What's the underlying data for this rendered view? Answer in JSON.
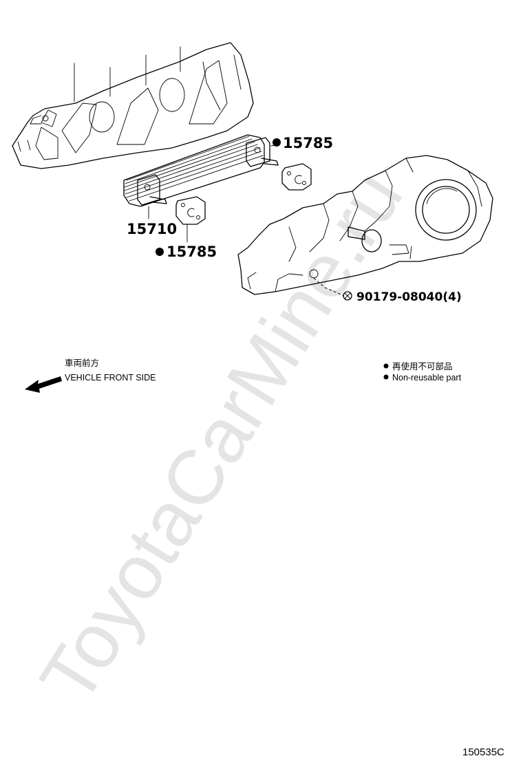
{
  "callouts": {
    "oil_cooler": "15710",
    "gasket_upper": "15785",
    "gasket_lower": "15785",
    "nut": "90179-08040(4)"
  },
  "front_indicator": {
    "label_jp": "車両前方",
    "label_en": "VEHICLE FRONT SIDE"
  },
  "legend": {
    "non_reusable_jp": "再使用不可部品",
    "non_reusable_en": "Non-reusable part"
  },
  "watermark": "ToyotaCarMine.ru",
  "figure_id": "150535C"
}
